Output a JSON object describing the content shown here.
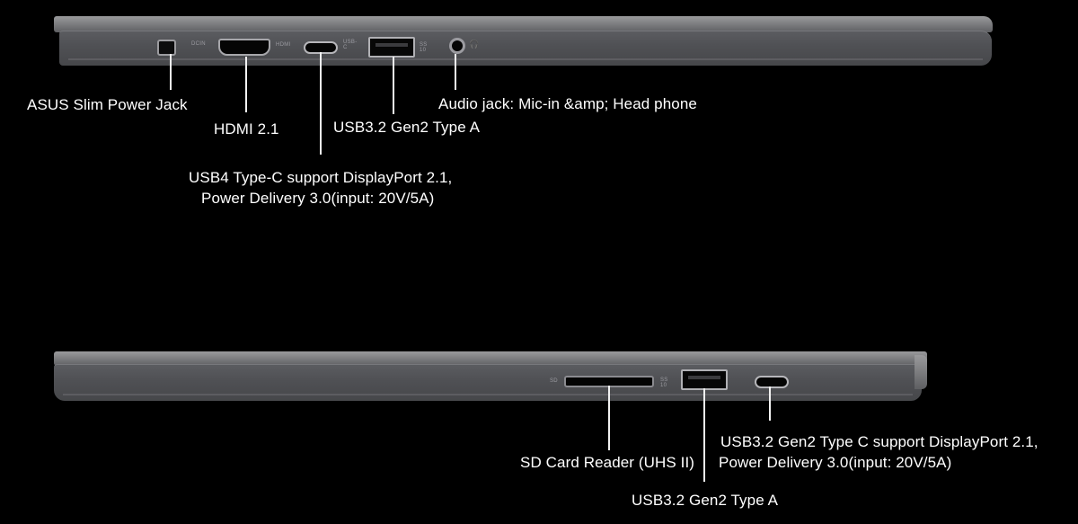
{
  "top_view": {
    "port_tags": {
      "dc": "DCIN",
      "hdmi": "HDMI",
      "usbc": "USB-C",
      "usba": "SS 10",
      "audio": "🎧"
    },
    "labels": {
      "power": "ASUS Slim Power Jack",
      "hdmi": "HDMI 2.1",
      "usb4_line1": "USB4 Type-C support DisplayPort 2.1,",
      "usb4_line2": "Power Delivery 3.0(input: 20V/5A)",
      "usba": "USB3.2 Gen2 Type A",
      "audio": "Audio jack: Mic-in &amp; Head phone"
    }
  },
  "bottom_view": {
    "port_tags": {
      "sd": "SD",
      "usba": "SS 10"
    },
    "labels": {
      "sd": "SD Card Reader (UHS II)",
      "usba": "USB3.2 Gen2 Type A",
      "usbc_line1": "USB3.2 Gen2 Type C support DisplayPort 2.1,",
      "usbc_line2": "Power Delivery 3.0(input: 20V/5A)"
    }
  },
  "colors": {
    "background": "#000000",
    "chassis": "#505155",
    "leader": "#f2f2f2",
    "text": "#ffffff"
  }
}
